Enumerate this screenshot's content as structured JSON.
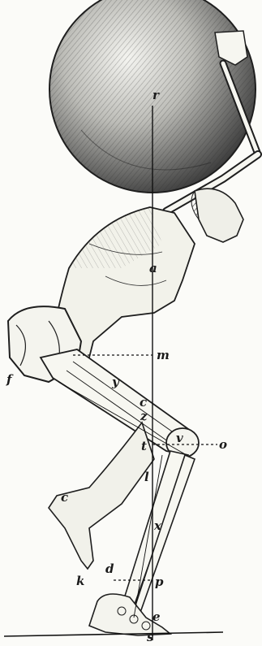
{
  "figure": {
    "labels": {
      "r": "r",
      "a": "a",
      "m": "m",
      "f": "f",
      "y": "y",
      "c_knee": "c",
      "z": "z",
      "t": "t",
      "v": "v",
      "o": "o",
      "l": "l",
      "c_foot": "c",
      "x": "x",
      "d": "d",
      "k": "k",
      "p": "p",
      "e": "e",
      "s": "s"
    }
  }
}
